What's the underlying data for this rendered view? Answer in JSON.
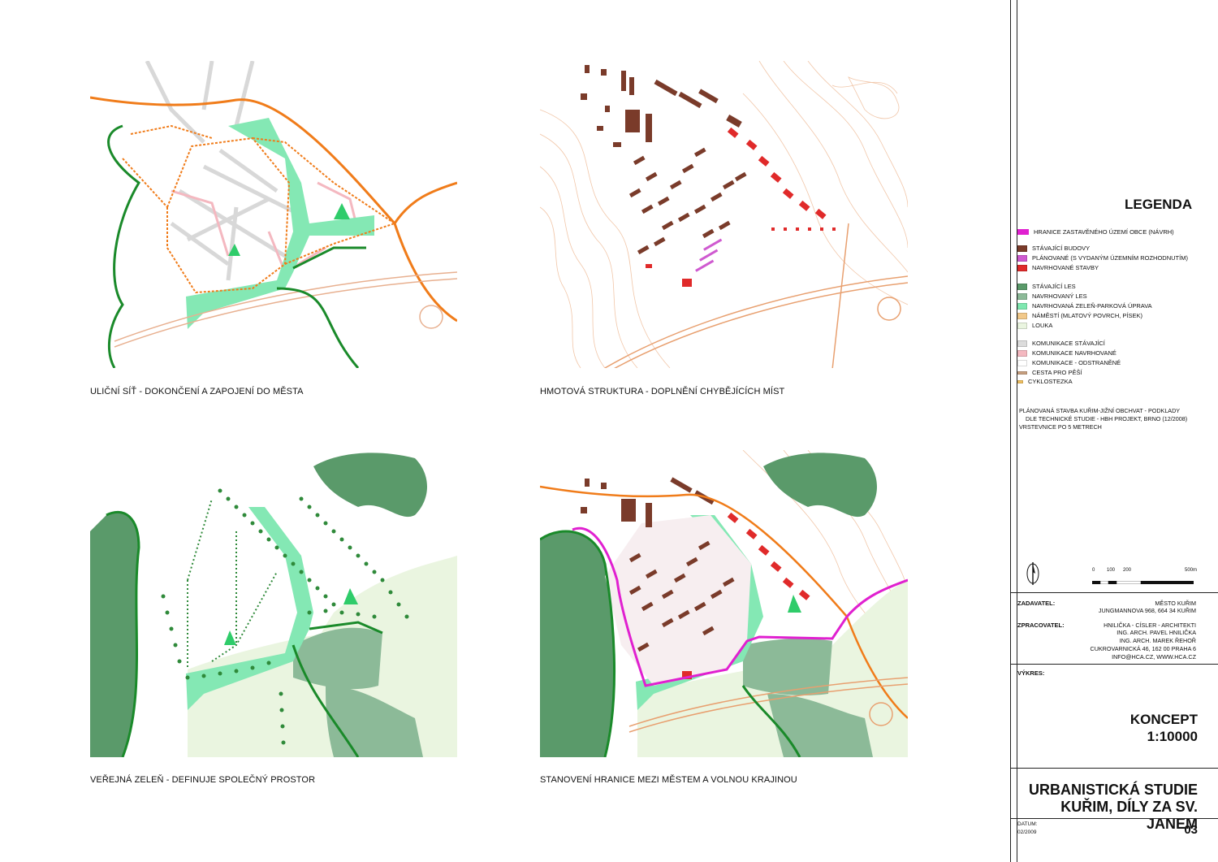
{
  "maps": [
    {
      "id": "street-network",
      "caption": "ULIČNÍ SÍŤ - DOKONČENÍ A  ZAPOJENÍ DO MĚSTA"
    },
    {
      "id": "mass-structure",
      "caption": "HMOTOVÁ STRUKTURA - DOPLNĚNÍ CHYBĚJÍCÍCH MÍST"
    },
    {
      "id": "public-green",
      "caption": "VEŘEJNÁ ZELEŇ - DEFINUJE SPOLEČNÝ PROSTOR"
    },
    {
      "id": "city-boundary",
      "caption": "STANOVENÍ HRANICE MEZI MĚSTEM A VOLNOU KRAJINOU"
    }
  ],
  "legend": {
    "title": "LEGENDA",
    "items": [
      {
        "label": "HRANICE ZASTAVĚNÉHO ÚZEMÍ OBCE (NÁVRH)",
        "color": "#e020d0"
      },
      {
        "label": "STÁVAJÍCÍ BUDOVY",
        "color": "#7a3b2a"
      },
      {
        "label": "PLÁNOVANÉ (S VYDANÝM ÚZEMNÍM ROZHODNUTÍM)",
        "color": "#cf5ad0"
      },
      {
        "label": "NAVRHOVANÉ STAVBY",
        "color": "#e02a2a"
      },
      {
        "label": "STÁVAJÍCÍ LES",
        "color": "#5a9a6a"
      },
      {
        "label": "NAVRHOVANÝ LES",
        "color": "#8cba98"
      },
      {
        "label": "NAVRHOVANÁ ZELEŇ-PARKOVÁ ÚPRAVA",
        "color": "#7fe8b0"
      },
      {
        "label": "NÁMĚSTÍ (MLATOVÝ POVRCH, PÍSEK)",
        "color": "#f2c98a"
      },
      {
        "label": "LOUKA",
        "color": "#eaf5e0"
      },
      {
        "label": "KOMUNIKACE STÁVAJÍCÍ",
        "color": "#dcdcdc"
      },
      {
        "label": "KOMUNIKACE NAVRHOVANÉ",
        "color": "#f4b8c0"
      },
      {
        "label": "KOMUNIKACE - ODSTRANĚNÉ",
        "color": "#ffffff"
      },
      {
        "label": "CESTA PRO PĚŠÍ",
        "color": "#c8a080"
      },
      {
        "label": "CYKLOSTEZKA",
        "color": "#f0c060"
      }
    ],
    "notes": [
      "PLÁNOVANÁ STAVBA KUŘIM-JIŽNÍ OBCHVAT - PODKLADY",
      "DLE TECHNICKÉ STUDIE - HBH PROJEKT, BRNO (12/2008)",
      "VRSTEVNICE PO 5 METRECH"
    ],
    "scale_labels": [
      "0",
      "100",
      "200",
      "500m"
    ]
  },
  "info": {
    "zadavatel_label": "ZADAVATEL:",
    "zadavatel": [
      "MĚSTO KUŘIM",
      "JUNGMANNOVA 968, 664 34 KUŘIM"
    ],
    "zpracovatel_label": "ZPRACOVATEL:",
    "zpracovatel": [
      "HNILIČKA - CÍSLER - ARCHITEKTI",
      "ING. ARCH. PAVEL HNILIČKA",
      "ING. ARCH. MAREK ŘEHOŘ",
      "CUKROVARNICKÁ 46, 162 00 PRAHA 6",
      "INFO@HCA.CZ, WWW.HCA.CZ"
    ],
    "vykres_label": "VÝKRES:",
    "koncept": "KONCEPT",
    "scale": "1:10000",
    "title_line1": "URBANISTICKÁ STUDIE",
    "title_line2": "KUŘIM, DÍLY ZA SV. JANEM",
    "datum_label": "DATUM:",
    "datum": "02/2009",
    "sheet_number": "03"
  }
}
